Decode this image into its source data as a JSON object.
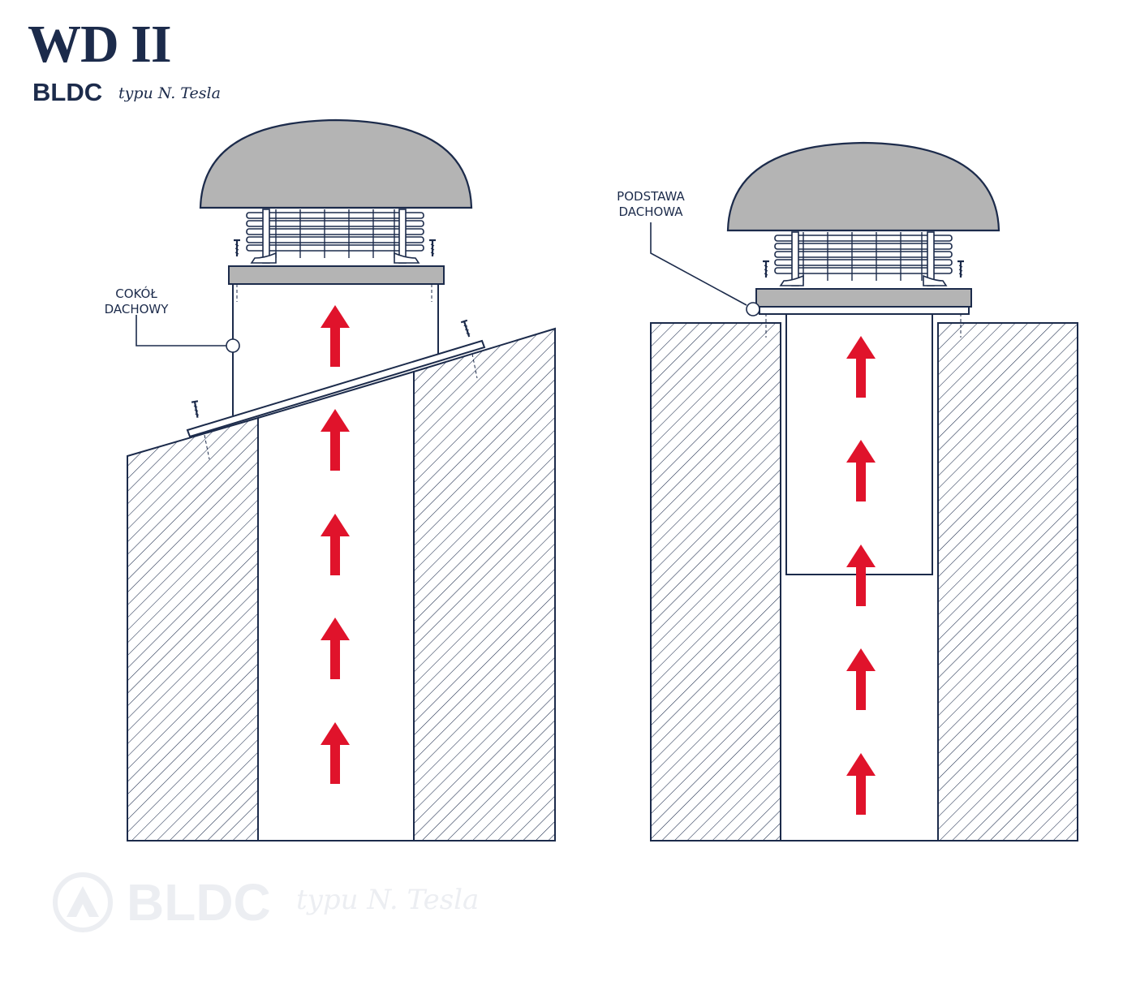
{
  "header": {
    "title": "WD II",
    "subtitle": "BLDC",
    "subtitle_script": "typu N. Tesla"
  },
  "labels": {
    "left_line1": "COKÓŁ",
    "left_line2": "DACHOWY",
    "right_line1": "PODSTAWA",
    "right_line2": "DACHOWA"
  },
  "watermark": {
    "text": "BLDC",
    "script": "typu N. Tesla"
  },
  "colors": {
    "ink": "#1c2b4b",
    "arrow": "#e0132b",
    "fan_gray": "#b4b4b4",
    "watermark": "#eceef2"
  },
  "icons": [
    "airflow-arrow-icon",
    "screw-icon",
    "roof-fan-icon",
    "bldc-logo-icon"
  ]
}
